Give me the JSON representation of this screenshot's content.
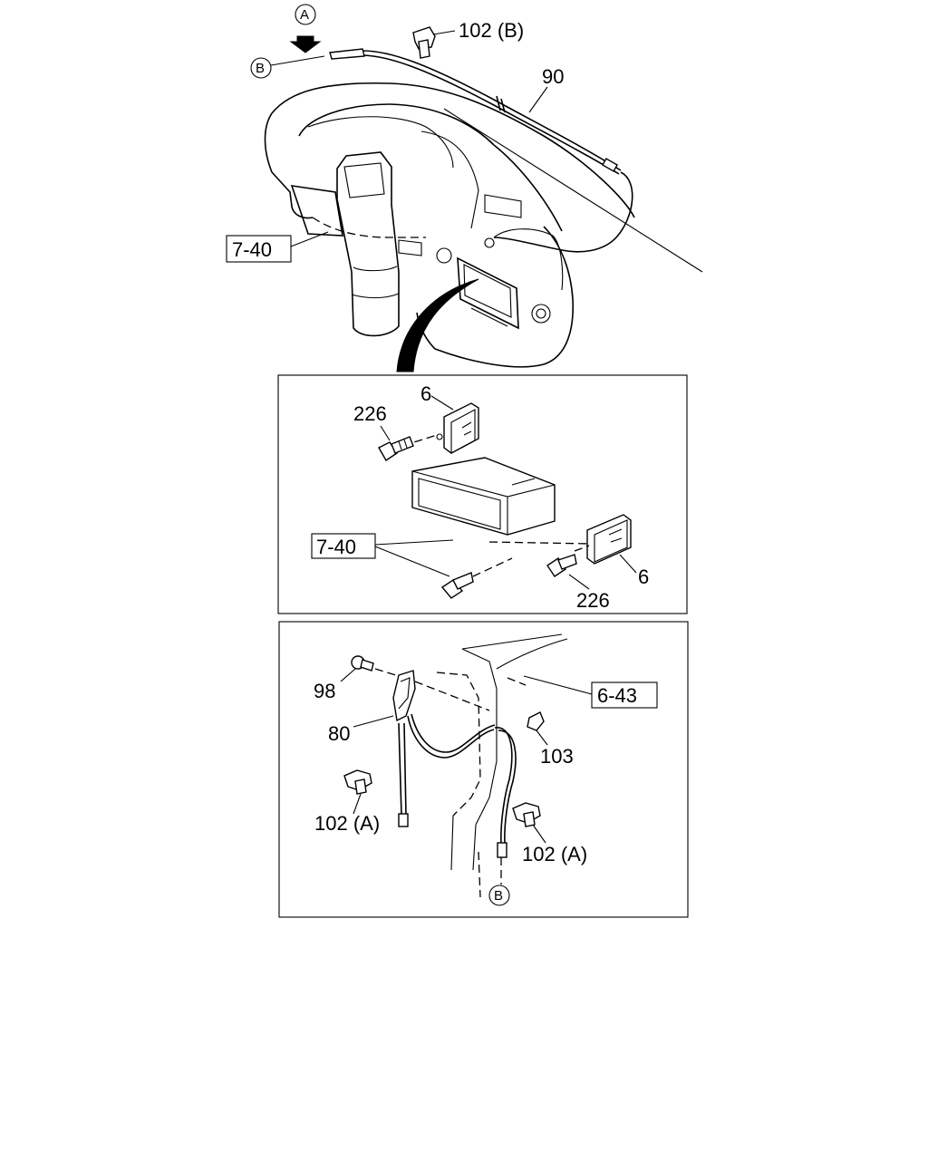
{
  "callouts": {
    "view_a": "A",
    "point_b_top": "B",
    "point_b_bottom": "B",
    "clip_102b": "102 (B)",
    "cable_90": "90",
    "ref_7_40_top": "7-40",
    "bracket_6_top": "6",
    "bolt_226_top": "226",
    "ref_7_40_mid": "7-40",
    "bracket_6_right": "6",
    "bolt_226_right": "226",
    "screw_98": "98",
    "lever_80": "80",
    "ref_6_43": "6-43",
    "clip_103": "103",
    "clip_102a_left": "102 (A)",
    "clip_102a_right": "102 (A)"
  }
}
